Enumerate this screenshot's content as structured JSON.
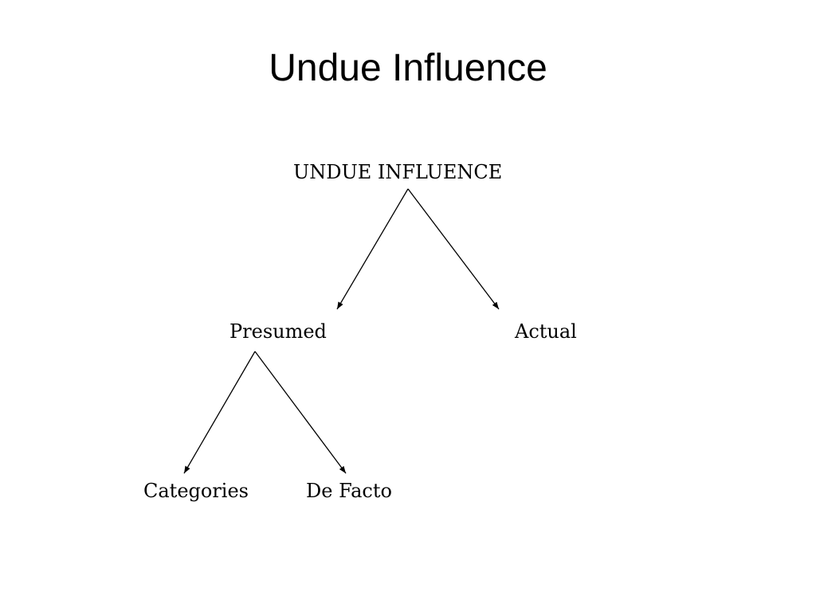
{
  "slide": {
    "title": "Undue Influence"
  },
  "diagram": {
    "nodes": {
      "root": "UNDUE INFLUENCE",
      "presumed": "Presumed",
      "actual": "Actual",
      "categories": "Categories",
      "de_facto": "De Facto"
    },
    "edges": [
      {
        "from": "root",
        "to": "presumed"
      },
      {
        "from": "root",
        "to": "actual"
      },
      {
        "from": "presumed",
        "to": "categories"
      },
      {
        "from": "presumed",
        "to": "de_facto"
      }
    ]
  }
}
